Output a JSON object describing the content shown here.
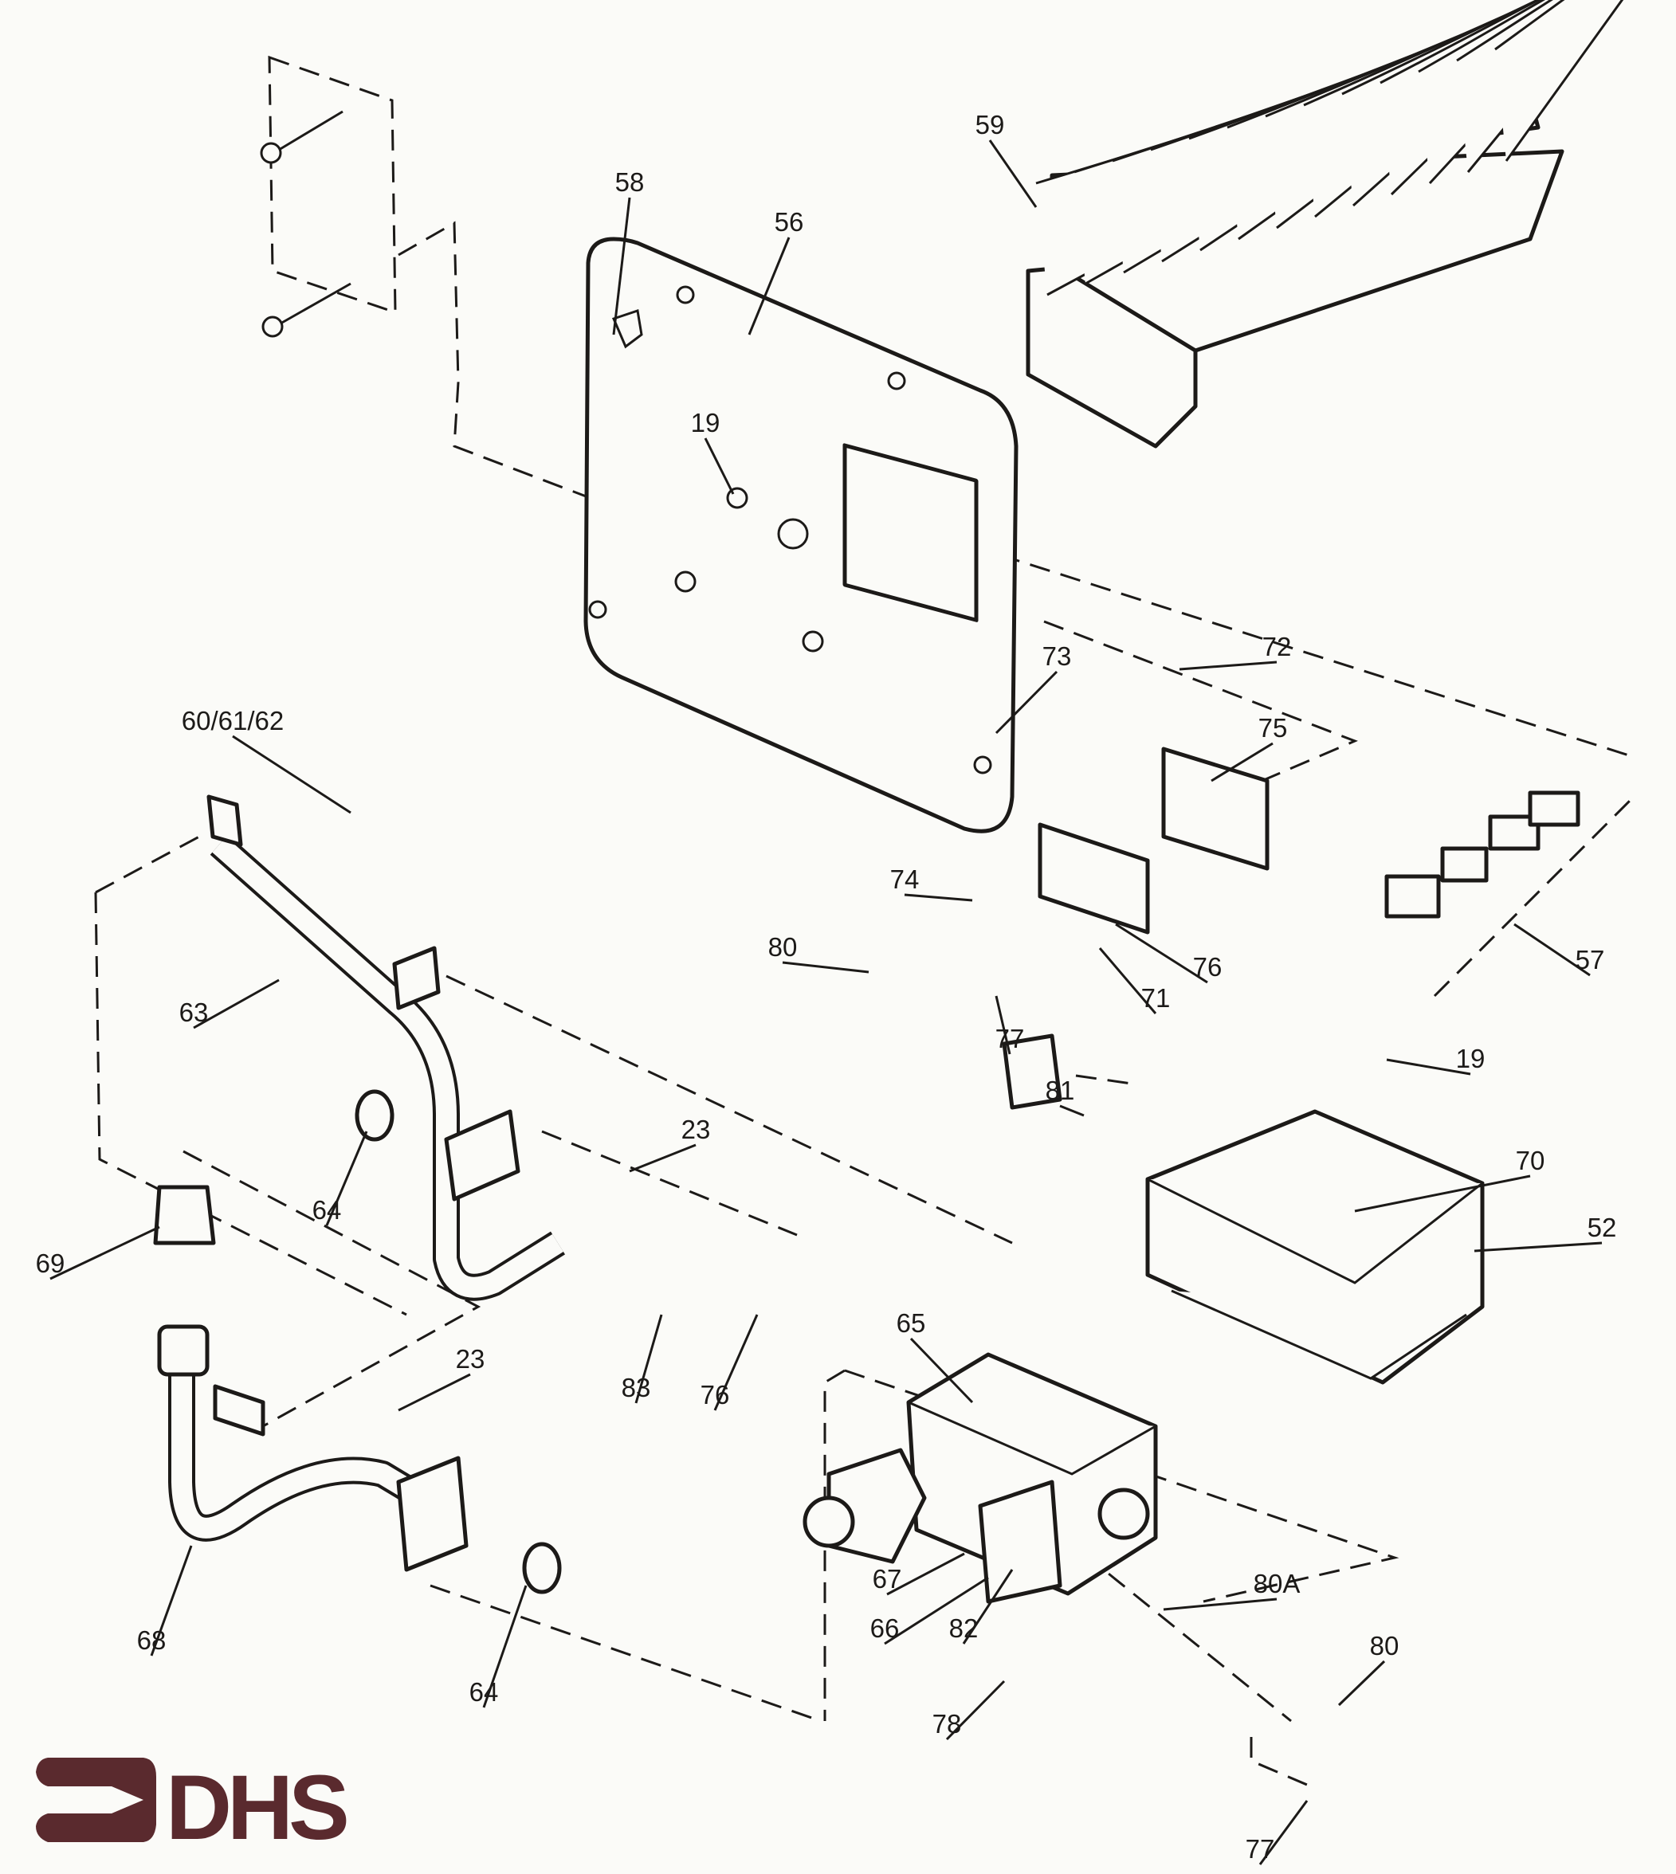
{
  "diagram": {
    "part_labels": [
      "58",
      "56",
      "59",
      "19",
      "72",
      "73",
      "75",
      "60/61/62",
      "74",
      "80",
      "76",
      "71",
      "77",
      "57",
      "63",
      "19",
      "81",
      "23",
      "70",
      "52",
      "64",
      "69",
      "65",
      "23",
      "83",
      "76",
      "67",
      "80A",
      "66",
      "82",
      "80",
      "68",
      "64",
      "78",
      "77"
    ]
  },
  "logo": {
    "text": "DHS",
    "color": "#5a2a2e"
  },
  "colors": {
    "ink": "#1c1a18",
    "paper": "#fbfbf8"
  }
}
